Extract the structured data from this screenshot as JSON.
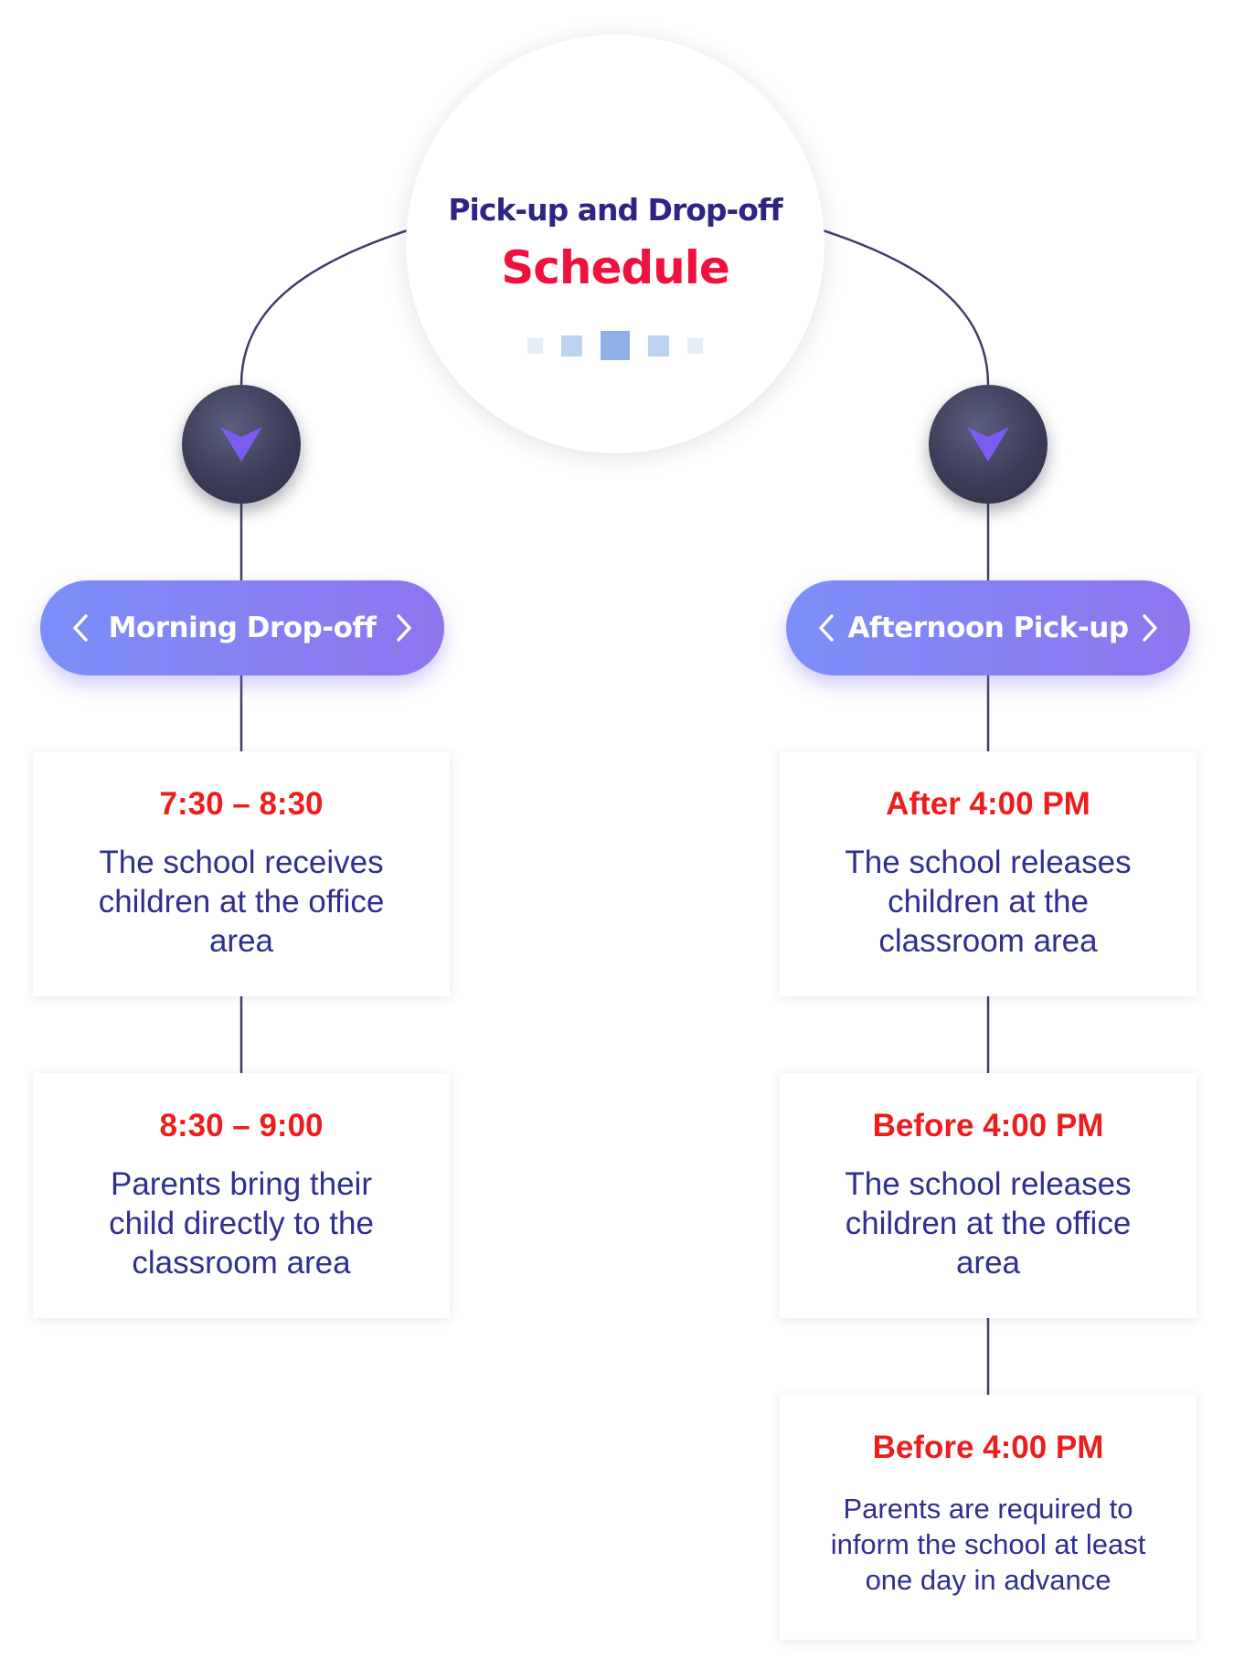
{
  "header": {
    "title": "Pick-up and Drop-off",
    "subtitle": "Schedule"
  },
  "colors": {
    "line": "#3c3f66",
    "accent_red": "#ee1d1d",
    "title_navy": "#2e2484",
    "text_blue": "#2f2f8f",
    "pill_gradient_start": "#7c8ff9",
    "pill_gradient_end": "#8f74ee",
    "node_dark": "#3b3d58",
    "arrow_purple": "#7a5cf0"
  },
  "icons": {
    "node": "chevron-down-icon",
    "pill_prev": "chevron-left-icon",
    "pill_next": "chevron-right-icon"
  },
  "branches": {
    "morning": {
      "label": "Morning Drop-off",
      "steps": [
        {
          "time": "7:30 – 8:30",
          "description": "The school receives children at the office area"
        },
        {
          "time": "8:30 – 9:00",
          "description": "Parents bring their child directly to the classroom area"
        }
      ]
    },
    "afternoon": {
      "label": "Afternoon Pick-up",
      "steps": [
        {
          "time": "After 4:00 PM",
          "description": "The school releases children at the classroom area"
        },
        {
          "time": "Before 4:00 PM",
          "description": "The school releases children at the office area"
        },
        {
          "time": "Before 4:00 PM",
          "description": "Parents are required to inform the school at least one day in advance"
        }
      ]
    }
  }
}
